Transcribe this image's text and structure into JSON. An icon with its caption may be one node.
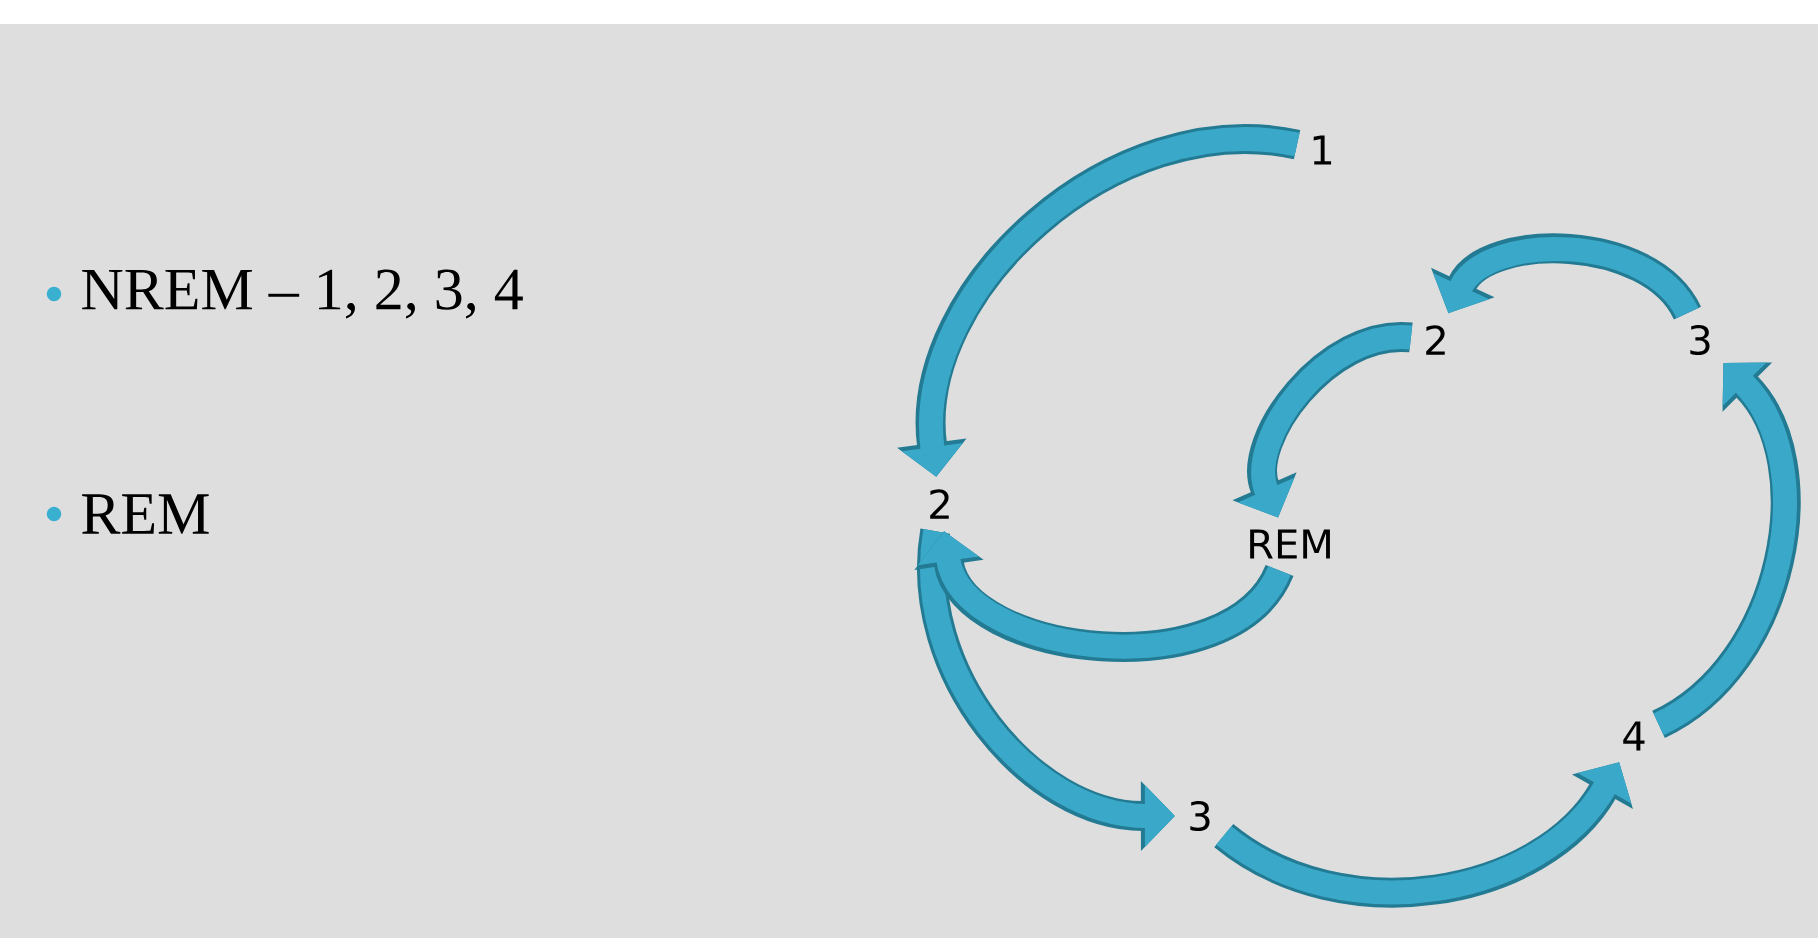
{
  "diagram": {
    "nodes": [
      {
        "text": [
          "1"
        ]
      },
      {
        "text": [
          "2"
        ]
      },
      {
        "text": [
          "3"
        ]
      },
      {
        "text": [
          "4"
        ]
      },
      {
        "text": [
          "3"
        ]
      },
      {
        "text": [
          "2"
        ]
      },
      {
        "text": [
          "REM"
        ]
      }
    ],
    "edges": [
      {
        "from": 0,
        "to": 1,
        "arrow": "to"
      },
      {
        "from": 1,
        "to": 2,
        "arrow": "to"
      },
      {
        "from": 2,
        "to": 3,
        "arrow": "to"
      },
      {
        "from": 3,
        "to": 4,
        "arrow": "to"
      },
      {
        "from": 4,
        "to": 5,
        "arrow": "to"
      },
      {
        "from": 5,
        "to": 6,
        "arrow": "to"
      },
      {
        "from": 6,
        "to": 1,
        "arrow": "to"
      }
    ],
    "labels": [
      "NREM – 1, 2, 3, 4",
      "REM"
    ]
  }
}
